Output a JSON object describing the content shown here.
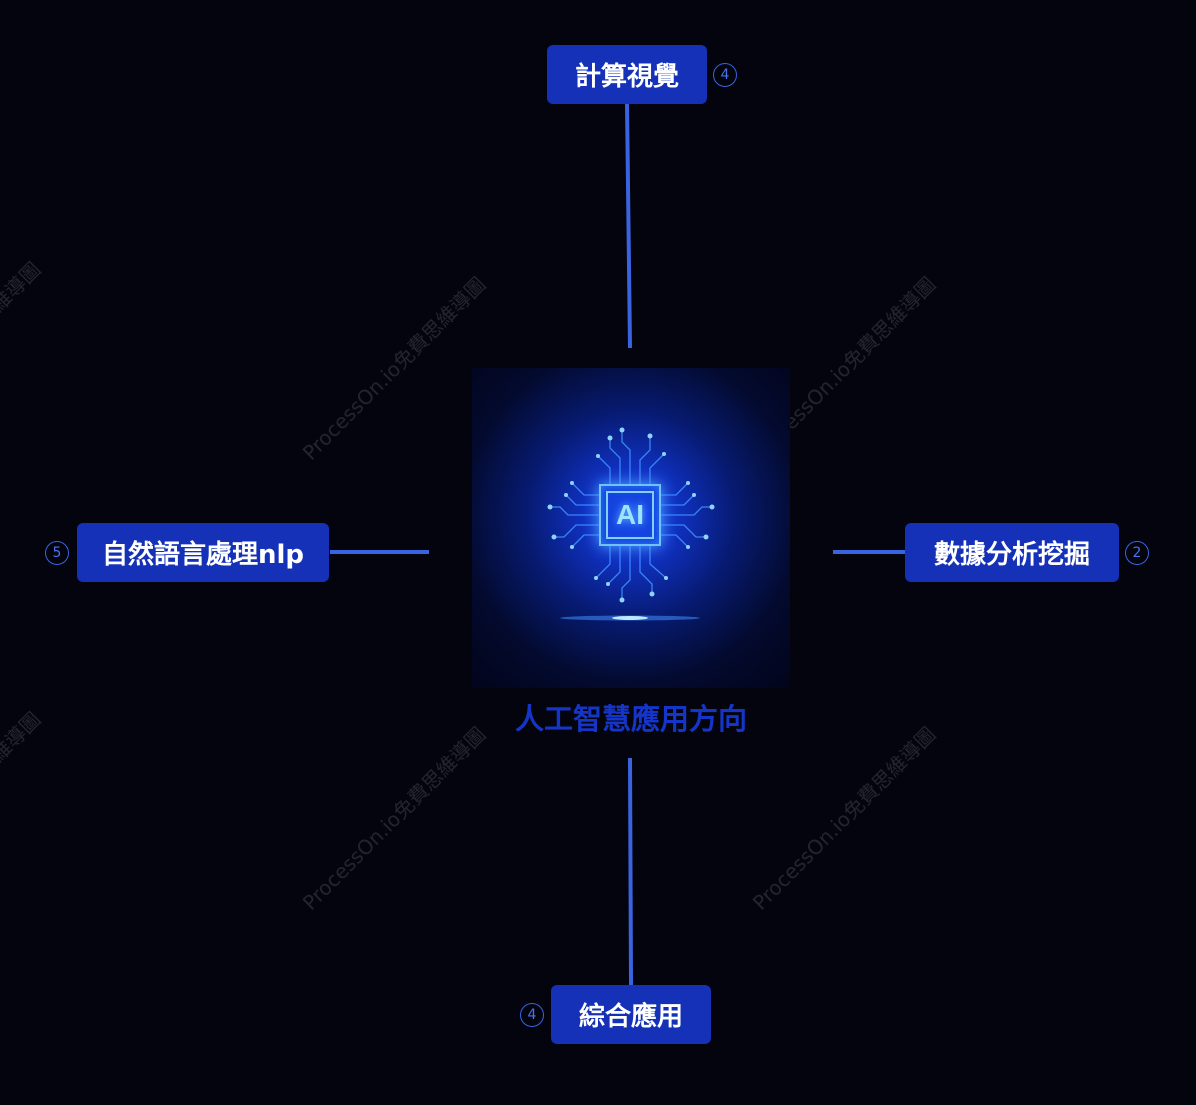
{
  "watermark": {
    "text": "ProcessOn.io免費思維導圖"
  },
  "center": {
    "title": "人工智慧應用方向",
    "chip_label": "AI"
  },
  "branches": {
    "top": {
      "label": "計算視覺",
      "count": "4"
    },
    "right": {
      "label": "數據分析挖掘",
      "count": "2"
    },
    "bottom": {
      "label": "綜合應用",
      "count": "4"
    },
    "left": {
      "label": "自然語言處理nlp",
      "count": "5"
    }
  },
  "colors": {
    "background": "#03040d",
    "node_fill": "#1431b8",
    "connector": "#3a63e0",
    "center_title": "#1535c8"
  }
}
